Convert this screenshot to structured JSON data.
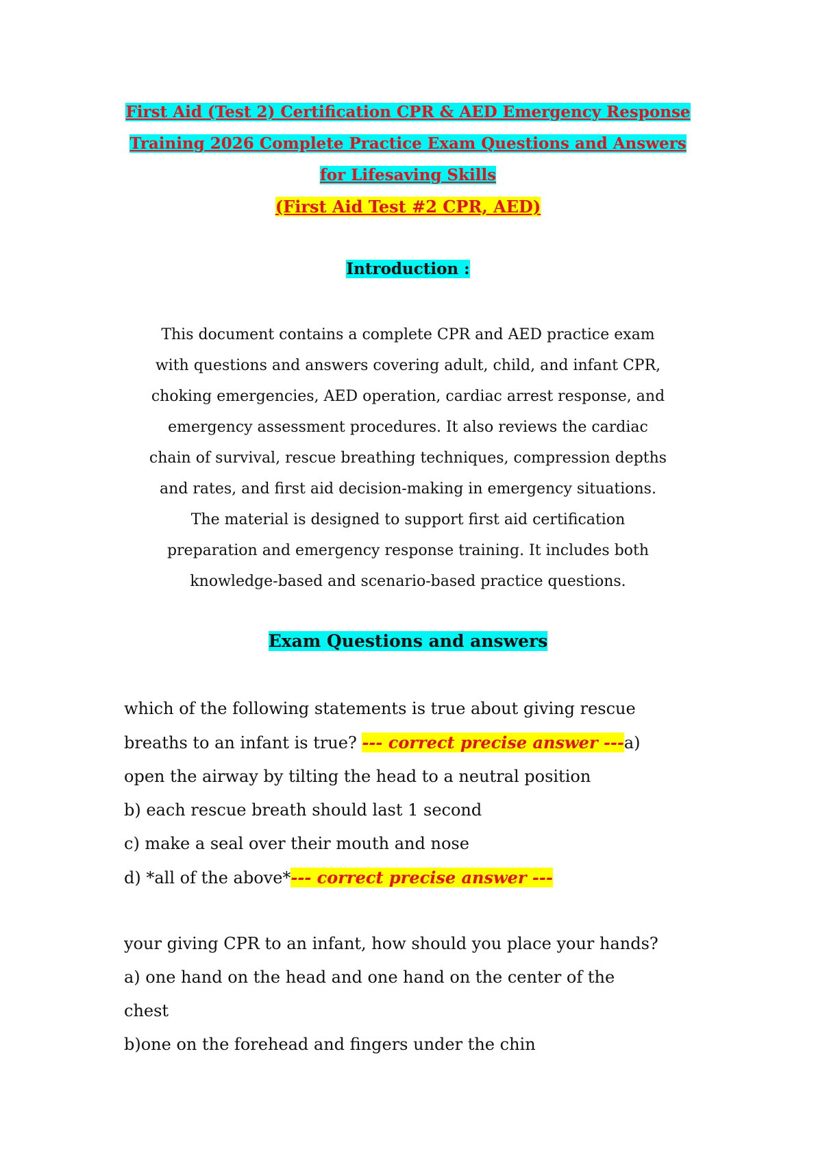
{
  "title": {
    "line1": "First Aid (Test 2) Certification CPR & AED Emergency Response ",
    "line2": "Training 2026 Complete Practice Exam Questions and Answers ",
    "line3": "for Lifesaving Skills",
    "subtitle": "(First Aid Test #2 CPR, AED)"
  },
  "introduction": {
    "heading": "Introduction : ",
    "lines": [
      "This document contains a complete CPR and AED practice exam",
      "with questions and answers covering adult, child, and infant CPR,",
      "choking emergencies, AED operation, cardiac arrest response, and",
      "emergency assessment procedures. It also reviews the cardiac",
      "chain of survival, rescue breathing techniques, compression depths",
      "and rates, and first aid decision-making in emergency situations.",
      "The material is designed to support first aid certification",
      "preparation and emergency response training. It includes both",
      "knowledge-based and scenario-based practice questions."
    ]
  },
  "exam": {
    "heading": "Exam Questions and answers",
    "q1": {
      "line1": "which of the following statements is true about giving rescue",
      "line2_pre": "breaths to an infant is true? ",
      "line2_answer": "--- correct precise answer ---",
      "line2_post": "a)",
      "line3": "open the airway by tilting the head to a neutral position",
      "line4": "b) each rescue breath should last 1 second",
      "line5": "c) make a seal over their mouth and nose",
      "line6_pre": "d) *all of the above*",
      "line6_answer": "--- correct precise answer ---"
    },
    "q2": {
      "line1": "your giving CPR to an infant, how should you place your hands?",
      "line2": "a) one hand on the head and one hand on the center of the",
      "line3": "chest",
      "line4": "b)one on the forehead and fingers under the chin"
    }
  }
}
